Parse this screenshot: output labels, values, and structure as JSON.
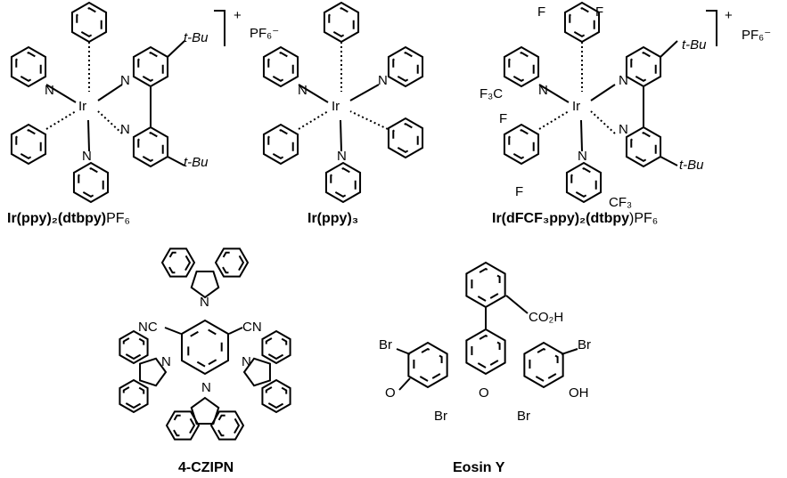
{
  "compounds": [
    {
      "name": "Ir(ppy)2(dtbpy)PF6",
      "caption_bold": "Ir(ppy)₂(dtbpy)",
      "caption_plain": "PF₆",
      "charge": "+",
      "counterion": "PF₆⁻",
      "atoms": {
        "metal": "Ir",
        "n1": "N",
        "n2": "N",
        "n3": "N",
        "n4": "N",
        "tbu1": "t-Bu",
        "tbu2": "t-Bu"
      }
    },
    {
      "name": "Ir(ppy)3",
      "caption_bold": "Ir(ppy)₃",
      "atoms": {
        "metal": "Ir",
        "n1": "N",
        "n2": "N",
        "n3": "N"
      }
    },
    {
      "name": "Ir(dFCF3ppy)2(dtbpy)PF6",
      "caption_bold": "Ir(dFCF₃ppy)₂(dtbpy",
      "caption_plain": ")PF₆",
      "charge": "+",
      "counterion": "PF₆⁻",
      "atoms": {
        "metal": "Ir",
        "n1": "N",
        "n2": "N",
        "n3": "N",
        "n4": "N",
        "f1": "F",
        "f2": "F",
        "f3": "F",
        "f4": "F",
        "cf3a": "F₃C",
        "cf3b": "CF₃",
        "tbu1": "t-Bu",
        "tbu2": "t-Bu"
      }
    },
    {
      "name": "4-CZIPN",
      "caption_bold": "4-CZIPN",
      "atoms": {
        "cn1": "NC",
        "cn2": "CN",
        "n1": "N",
        "n2": "N",
        "n3": "N",
        "n4": "N"
      }
    },
    {
      "name": "Eosin Y",
      "caption_bold": "Eosin Y",
      "atoms": {
        "co2h": "CO₂H",
        "br1": "Br",
        "br2": "Br",
        "br3": "Br",
        "br4": "Br",
        "o1": "O",
        "o2": "O",
        "oh": "OH"
      }
    }
  ]
}
